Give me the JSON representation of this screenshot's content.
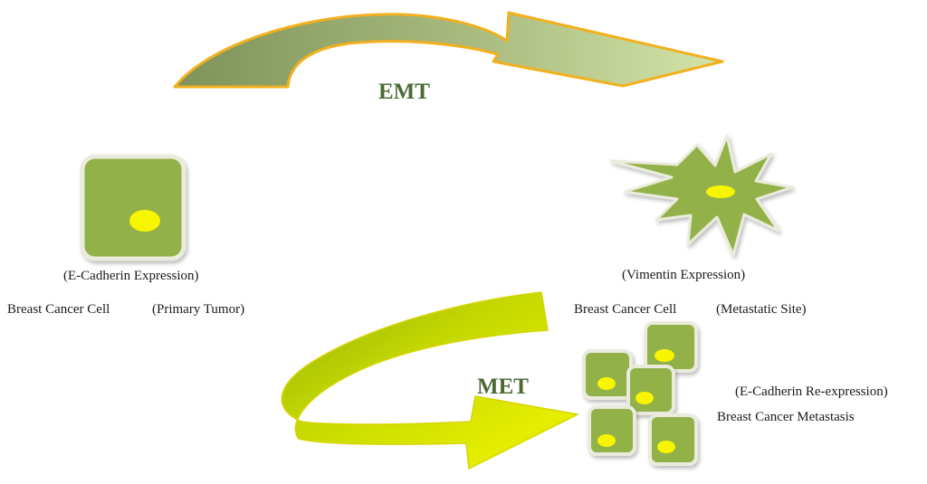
{
  "colors": {
    "cell_fill": "#93b14a",
    "cell_border": "#e9eadb",
    "nucleus": "#f7f500",
    "emt_arrow_dark": "#8c9e63",
    "emt_arrow_light": "#c9dc9e",
    "emt_arrow_outline": "#f2b01e",
    "met_arrow_green": "#9cbc16",
    "met_arrow_yellow": "#f1f400",
    "process_label": "#4a6a35"
  },
  "processes": {
    "emt": {
      "label": "EMT"
    },
    "met": {
      "label": "MET"
    }
  },
  "primary_tumor": {
    "marker": "(E-Cadherin Expression)",
    "cell": "Breast Cancer Cell",
    "location": "(Primary Tumor)"
  },
  "metastatic_site": {
    "marker": "(Vimentin Expression)",
    "cell": "Breast Cancer Cell",
    "location": "(Metastatic Site)"
  },
  "metastasis": {
    "marker": "(E-Cadherin Re-expression)",
    "label": "Breast Cancer Metastasis"
  }
}
